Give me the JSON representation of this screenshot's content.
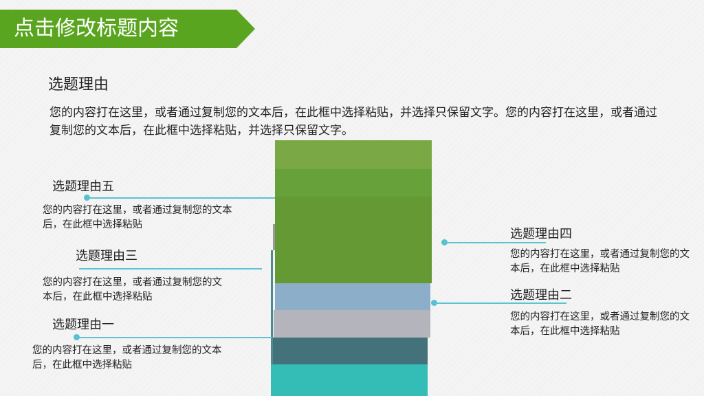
{
  "header": {
    "title": "点击修改标题内容"
  },
  "section": {
    "heading": "选题理由",
    "body": "您的内容打在这里，或者通过复制您的文本后，在此框中选择粘贴，并选择只保留文字。您的内容打在这里，或者通过复制您的文本后，在此框中选择粘贴，并选择只保留文字。"
  },
  "reasons": {
    "five": {
      "title": "选题理由五",
      "text": "您的内容打在这里，或者通过复制您的文本后，在此框中选择粘贴"
    },
    "three": {
      "title": "选题理由三",
      "text": "您的内容打在这里，或者通过复制您的文本后，在此框中选择粘贴"
    },
    "one": {
      "title": "选题理由一",
      "text": "您的内容打在这里，或者通过复制您的文本后，在此框中选择粘贴"
    },
    "four": {
      "title": "选题理由四",
      "text": "您的内容打在这里，或者通过复制您的文本后，在此框中选择粘贴"
    },
    "two": {
      "title": "选题理由二",
      "text": "您的内容打在这里，或者通过复制您的文本后，在此框中选择粘贴"
    }
  },
  "colors": {
    "title_banner": "#5aa51f",
    "connector": "#5bc3d2",
    "layer_green_top": "#79a845",
    "layer_green_mid": "#66a13a",
    "layer_green_main": "#649933",
    "layer_blue": "#8daec8",
    "layer_gray": "#b4b4bc",
    "layer_slate": "#44727a",
    "layer_teal": "#33bdb6"
  }
}
